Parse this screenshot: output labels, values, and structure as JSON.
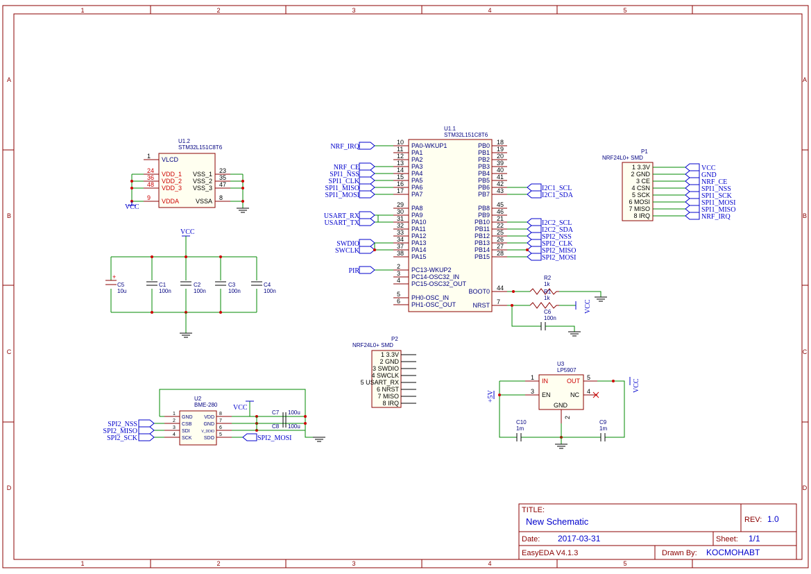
{
  "grid": {
    "cols": [
      "1",
      "2",
      "3",
      "4",
      "5"
    ],
    "rows": [
      "A",
      "B",
      "C",
      "D"
    ]
  },
  "u1_2": {
    "ref": "U1.2",
    "part": "STM32L151C8T6",
    "left": [
      {
        "num": "1",
        "name": "VLCD"
      },
      {
        "num": "24",
        "name": "VDD_1"
      },
      {
        "num": "36",
        "name": "VDD_2"
      },
      {
        "num": "48",
        "name": "VDD_3"
      },
      {
        "num": "9",
        "name": "VDDA"
      }
    ],
    "right": [
      {
        "num": "23",
        "name": "VSS_1"
      },
      {
        "num": "35",
        "name": "VSS_2"
      },
      {
        "num": "47",
        "name": "VSS_3"
      },
      {
        "num": "8",
        "name": "VSSA"
      }
    ],
    "vcc": "VCC"
  },
  "u1_1": {
    "ref": "U1.1",
    "part": "STM32L151C8T6",
    "left": [
      {
        "num": "10",
        "name": "PA0-WKUP1",
        "net": "NRF_IRQ"
      },
      {
        "num": "11",
        "name": "PA1",
        "net": ""
      },
      {
        "num": "12",
        "name": "PA2",
        "net": ""
      },
      {
        "num": "13",
        "name": "PA3",
        "net": "NRF_CE"
      },
      {
        "num": "14",
        "name": "PA4",
        "net": "SPI1_NSS"
      },
      {
        "num": "15",
        "name": "PA5",
        "net": "SPI1_CLK"
      },
      {
        "num": "16",
        "name": "PA6",
        "net": "SPI1_MISO"
      },
      {
        "num": "17",
        "name": "PA7",
        "net": "SPI1_MOSI"
      },
      {
        "num": "29",
        "name": "PA8",
        "net": ""
      },
      {
        "num": "30",
        "name": "PA9",
        "net": "USART_RX"
      },
      {
        "num": "31",
        "name": "PA10",
        "net": "USART_TX"
      },
      {
        "num": "32",
        "name": "PA11",
        "net": ""
      },
      {
        "num": "33",
        "name": "PA12",
        "net": ""
      },
      {
        "num": "34",
        "name": "PA13",
        "net": "SWDIO"
      },
      {
        "num": "37",
        "name": "PA14",
        "net": "SWCLK"
      },
      {
        "num": "38",
        "name": "PA15",
        "net": ""
      },
      {
        "num": "2",
        "name": "PC13-WKUP2",
        "net": "PIR"
      },
      {
        "num": "3",
        "name": "PC14-OSC32_IN",
        "net": ""
      },
      {
        "num": "4",
        "name": "PC15-OSC32_OUT",
        "net": ""
      },
      {
        "num": "5",
        "name": "PH0-OSC_IN",
        "net": ""
      },
      {
        "num": "6",
        "name": "PH1-OSC_OUT",
        "net": ""
      }
    ],
    "right": [
      {
        "num": "18",
        "name": "PB0",
        "net": ""
      },
      {
        "num": "19",
        "name": "PB1",
        "net": ""
      },
      {
        "num": "20",
        "name": "PB2",
        "net": ""
      },
      {
        "num": "39",
        "name": "PB3",
        "net": ""
      },
      {
        "num": "40",
        "name": "PB4",
        "net": ""
      },
      {
        "num": "41",
        "name": "PB5",
        "net": ""
      },
      {
        "num": "42",
        "name": "PB6",
        "net": "I2C1_SCL"
      },
      {
        "num": "43",
        "name": "PB7",
        "net": "I2C1_SDA"
      },
      {
        "num": "45",
        "name": "PB8",
        "net": ""
      },
      {
        "num": "46",
        "name": "PB9",
        "net": ""
      },
      {
        "num": "21",
        "name": "PB10",
        "net": "I2C2_SCL"
      },
      {
        "num": "22",
        "name": "PB11",
        "net": "I2C2_SDA"
      },
      {
        "num": "25",
        "name": "PB12",
        "net": "SPI2_NSS"
      },
      {
        "num": "26",
        "name": "PB13",
        "net": "SPI2_CLK"
      },
      {
        "num": "27",
        "name": "PB14",
        "net": "SPI2_MISO"
      },
      {
        "num": "28",
        "name": "PB15",
        "net": "SPI2_MOSI"
      },
      {
        "num": "44",
        "name": "BOOT0",
        "net": ""
      },
      {
        "num": "7",
        "name": "NRST",
        "net": ""
      }
    ]
  },
  "p1": {
    "ref": "P1",
    "part": "NRF24L0+ SMD",
    "pins": [
      {
        "label": "1 3.3V",
        "net": "VCC"
      },
      {
        "label": "2 GND",
        "net": "GND"
      },
      {
        "label": "3 CE",
        "net": "NRF_CE"
      },
      {
        "label": "4 CSN",
        "net": "SPI1_NSS"
      },
      {
        "label": "5 SCK",
        "net": "SPI1_SCK"
      },
      {
        "label": "6 MOSI",
        "net": "SPI1_MOSI"
      },
      {
        "label": "7 MISO",
        "net": "SPI1_MISO"
      },
      {
        "label": "8 IRQ",
        "net": "NRF_IRQ"
      }
    ]
  },
  "p2": {
    "ref": "P2",
    "part": "NRF24L0+ SMD",
    "pins": [
      "1 3.3V",
      "2 GND",
      "3 SWDIO",
      "4 SWCLK",
      "5 USART_RX",
      "6 NRST",
      "7 MISO",
      "8 IRQ"
    ]
  },
  "caps": {
    "vcc": "VCC",
    "c5": {
      "ref": "C5",
      "val": "10u",
      "plus": "+"
    },
    "c1": {
      "ref": "C1",
      "val": "100n"
    },
    "c2": {
      "ref": "C2",
      "val": "100n"
    },
    "c3": {
      "ref": "C3",
      "val": "100n"
    },
    "c4": {
      "ref": "C4",
      "val": "100n"
    }
  },
  "resistors": {
    "r2": {
      "ref": "R2",
      "val": "1k"
    },
    "r1": {
      "ref": "R1",
      "val": "1k"
    },
    "c6": {
      "ref": "C6",
      "val": "100n"
    },
    "vcc": "VCC"
  },
  "u2": {
    "ref": "U2",
    "part": "BME-280",
    "left": [
      {
        "num": "1",
        "name": "GND",
        "net": ""
      },
      {
        "num": "2",
        "name": "CSB",
        "net": "SPI2_NSS"
      },
      {
        "num": "3",
        "name": "SDI",
        "net": "SPI2_MISO"
      },
      {
        "num": "4",
        "name": "SCK",
        "net": "SPI2_SCK"
      }
    ],
    "right": [
      {
        "num": "8",
        "name": "VDD"
      },
      {
        "num": "7",
        "name": "GND"
      },
      {
        "num": "6",
        "name": "V_DDIO"
      },
      {
        "num": "5",
        "name": "SDO"
      }
    ],
    "sdo_net": "SPI2_MOSI",
    "vcc": "VCC",
    "c7": {
      "ref": "C7",
      "val": "100u"
    },
    "c8": {
      "ref": "C8",
      "val": "100u"
    }
  },
  "u3": {
    "ref": "U3",
    "part": "LP5907",
    "pins": [
      {
        "num": "1",
        "name": "IN"
      },
      {
        "num": "3",
        "name": "EN"
      },
      {
        "num": "5",
        "name": "OUT"
      },
      {
        "num": "4",
        "name": "NC"
      },
      {
        "num": "2",
        "name": "GND"
      }
    ],
    "in_net": "+5V",
    "out_net": "VCC",
    "c10": {
      "ref": "C10",
      "val": "1m"
    },
    "c9": {
      "ref": "C9",
      "val": "1m"
    }
  },
  "title_block": {
    "title_label": "TITLE:",
    "title": "New Schematic",
    "rev_label": "REV:",
    "rev": "1.0",
    "date_label": "Date:",
    "date": "2017-03-31",
    "sheet_label": "Sheet:",
    "sheet": "1/1",
    "tool": "EasyEDA V4.1.3",
    "drawn_label": "Drawn By:",
    "drawn_by": "KOCMOHABT"
  }
}
